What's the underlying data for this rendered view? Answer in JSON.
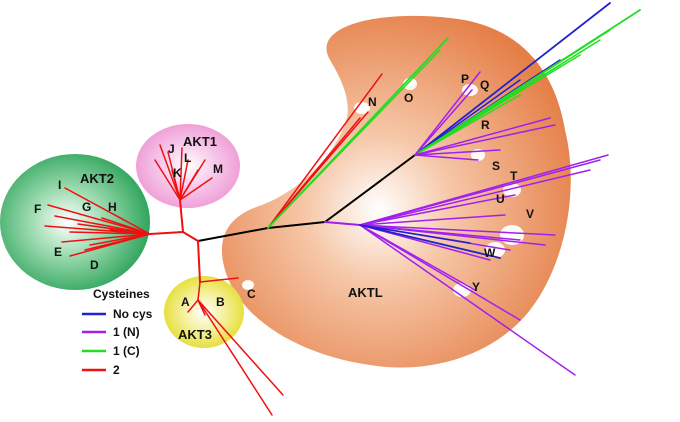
{
  "groups": {
    "aktl": "AKTL",
    "akt1": "AKT1",
    "akt2": "AKT2",
    "akt3": "AKT3"
  },
  "clades": [
    "A",
    "B",
    "C",
    "D",
    "E",
    "F",
    "G",
    "H",
    "I",
    "J",
    "K",
    "L",
    "M",
    "N",
    "O",
    "P",
    "Q",
    "R",
    "S",
    "T",
    "U",
    "V",
    "W",
    "Y"
  ],
  "legend": {
    "title": "Cysteines",
    "items": [
      {
        "label": "No cys",
        "color": "#2222cc"
      },
      {
        "label": "1 (N)",
        "color": "#a020f0"
      },
      {
        "label": "1 (C)",
        "color": "#22dd22"
      },
      {
        "label": "2",
        "color": "#ee1111"
      }
    ]
  },
  "colors": {
    "aktl_blob": "#e8844f",
    "akt1_blob": "#f0a0d8",
    "akt2_blob": "#2aa558",
    "akt3_blob": "#e8e030",
    "backbone": "#000000"
  }
}
